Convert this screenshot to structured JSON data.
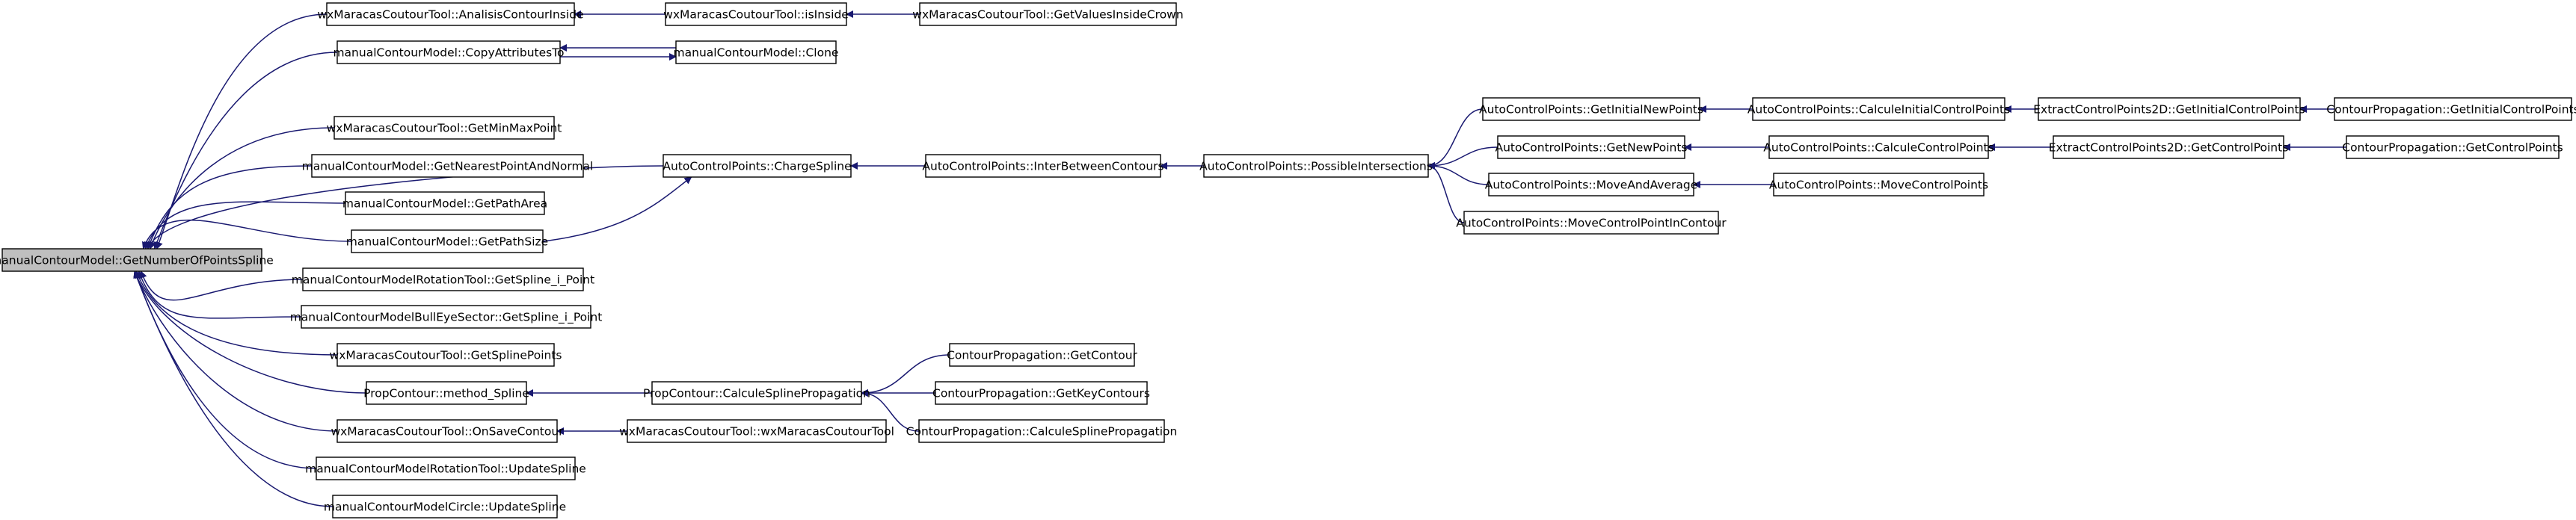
{
  "colors": {
    "edge": "#191970",
    "node_border": "#000000",
    "root_fill": "#bfbfbf",
    "node_fill": "#ffffff"
  },
  "nodes": {
    "root": "manualContourModel::GetNumberOfPointsSpline",
    "n_analisis": "wxMaracasCoutourTool::AnalisisContourInside",
    "n_isinside": "wxMaracasCoutourTool::isInside",
    "n_getvalues": "wxMaracasCoutourTool::GetValuesInsideCrown",
    "n_copyattr": "manualContourModel::CopyAttributesTo",
    "n_clone": "manualContourModel::Clone",
    "n_minmax": "wxMaracasCoutourTool::GetMinMaxPoint",
    "n_nearest": "manualContourModel::GetNearestPointAndNormal",
    "n_patharea": "manualContourModel::GetPathArea",
    "n_pathsize": "manualContourModel::GetPathSize",
    "n_rotpoint": "manualContourModelRotationTool::GetSpline_i_Point",
    "n_bullpoint": "manualContourModelBullEyeSector::GetSpline_i_Point",
    "n_splinepoints": "wxMaracasCoutourTool::GetSplinePoints",
    "n_methodspline": "PropContour::method_Spline",
    "n_onsave": "wxMaracasCoutourTool::OnSaveContour",
    "n_rotupdate": "manualContourModelRotationTool::UpdateSpline",
    "n_circleupdate": "manualContourModelCircle::UpdateSpline",
    "n_chargespline": "AutoControlPoints::ChargeSpline",
    "n_inter": "AutoControlPoints::InterBetweenContours",
    "n_possible": "AutoControlPoints::PossibleIntersections",
    "n_getinitialnew": "AutoControlPoints::GetInitialNewPoints",
    "n_getnew": "AutoControlPoints::GetNewPoints",
    "n_moveavg": "AutoControlPoints::MoveAndAverage",
    "n_movecpic": "AutoControlPoints::MoveControlPointInContour",
    "n_calcinitial": "AutoControlPoints::CalculeInitialControlPoints",
    "n_calccp": "AutoControlPoints::CalculeControlPoints",
    "n_movecp": "AutoControlPoints::MoveControlPoints",
    "n_extractinitial": "ExtractControlPoints2D::GetInitialControlPoints",
    "n_extractcp": "ExtractControlPoints2D::GetControlPoints",
    "n_propinitial": "ContourPropagation::GetInitialControlPoints",
    "n_propcp": "ContourPropagation::GetControlPoints",
    "n_calcsplineprop": "PropContour::CalculeSplinePropagation",
    "n_wxtool": "wxMaracasCoutourTool::wxMaracasCoutourTool",
    "n_getcontour": "ContourPropagation::GetContour",
    "n_getkey": "ContourPropagation::GetKeyContours",
    "n_cpcalcsplineprop": "ContourPropagation::CalculeSplinePropagation"
  }
}
